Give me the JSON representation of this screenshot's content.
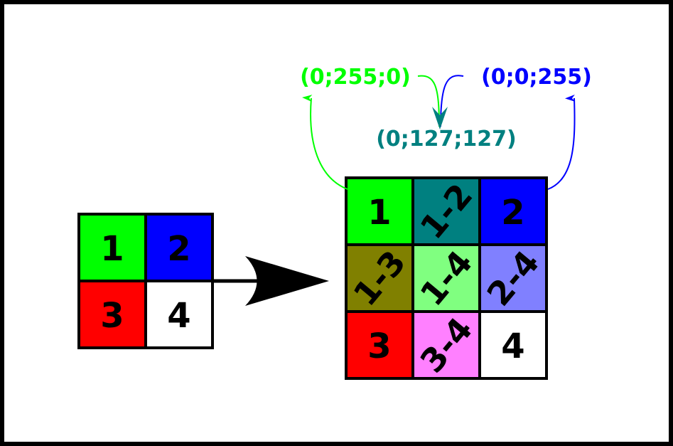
{
  "colors": {
    "frame": "#000000",
    "background": "#ffffff",
    "green": "#00ff00",
    "blue": "#0000ff",
    "red": "#ff0000",
    "white": "#ffffff",
    "teal": "#008080",
    "olive": "#808000",
    "light_green": "#80ff80",
    "light_blue": "#8080ff",
    "pink": "#ff80ff"
  },
  "small_grid": {
    "cells": [
      {
        "label": "1",
        "color": "#00ff00"
      },
      {
        "label": "2",
        "color": "#0000ff"
      },
      {
        "label": "3",
        "color": "#ff0000"
      },
      {
        "label": "4",
        "color": "#ffffff"
      }
    ]
  },
  "large_grid": {
    "cells": [
      {
        "label": "1",
        "color": "#00ff00",
        "rotated": false
      },
      {
        "label": "1-2",
        "color": "#008080",
        "rotated": true
      },
      {
        "label": "2",
        "color": "#0000ff",
        "rotated": false
      },
      {
        "label": "1-3",
        "color": "#808000",
        "rotated": true
      },
      {
        "label": "1-4",
        "color": "#80ff80",
        "rotated": true
      },
      {
        "label": "2-4",
        "color": "#8080ff",
        "rotated": true
      },
      {
        "label": "3",
        "color": "#ff0000",
        "rotated": false
      },
      {
        "label": "3-4",
        "color": "#ff80ff",
        "rotated": true
      },
      {
        "label": "4",
        "color": "#ffffff",
        "rotated": false
      }
    ]
  },
  "rgb_labels": {
    "green": {
      "text": "(0;255;0)",
      "color": "#00ff00"
    },
    "blue": {
      "text": "(0;0;255)",
      "color": "#0000ff"
    },
    "mix": {
      "text": "(0;127;127)",
      "color": "#008080"
    }
  }
}
